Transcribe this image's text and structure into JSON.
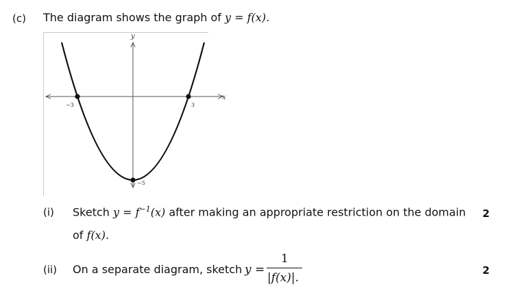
{
  "part": {
    "label": "(c)"
  },
  "intro": {
    "text": "The diagram shows the graph of ",
    "equation": "y = f(x)",
    "end": "."
  },
  "graph": {
    "y_axis_label": "y",
    "x_axis_label": "x",
    "x_tick_neg": "−3",
    "x_tick_pos": "3",
    "y_tick": "−5",
    "roots": [
      -3,
      3
    ],
    "vertex": [
      0,
      -5
    ]
  },
  "q1": {
    "label": "(i)",
    "text_a": "Sketch ",
    "equation": "y = f",
    "exponent": "−1",
    "equation_tail": "(x)",
    "text_b": " after making an appropriate restriction on the domain",
    "line2_prefix": "of ",
    "line2_math": "f(x)",
    "line2_end": ".",
    "marks": "2"
  },
  "q2": {
    "label": "(ii)",
    "text": "On a separate diagram, sketch",
    "eq_lhs": "y =",
    "numerator": "1",
    "denominator": "|f(x)|",
    "end": ".",
    "marks": "2"
  }
}
